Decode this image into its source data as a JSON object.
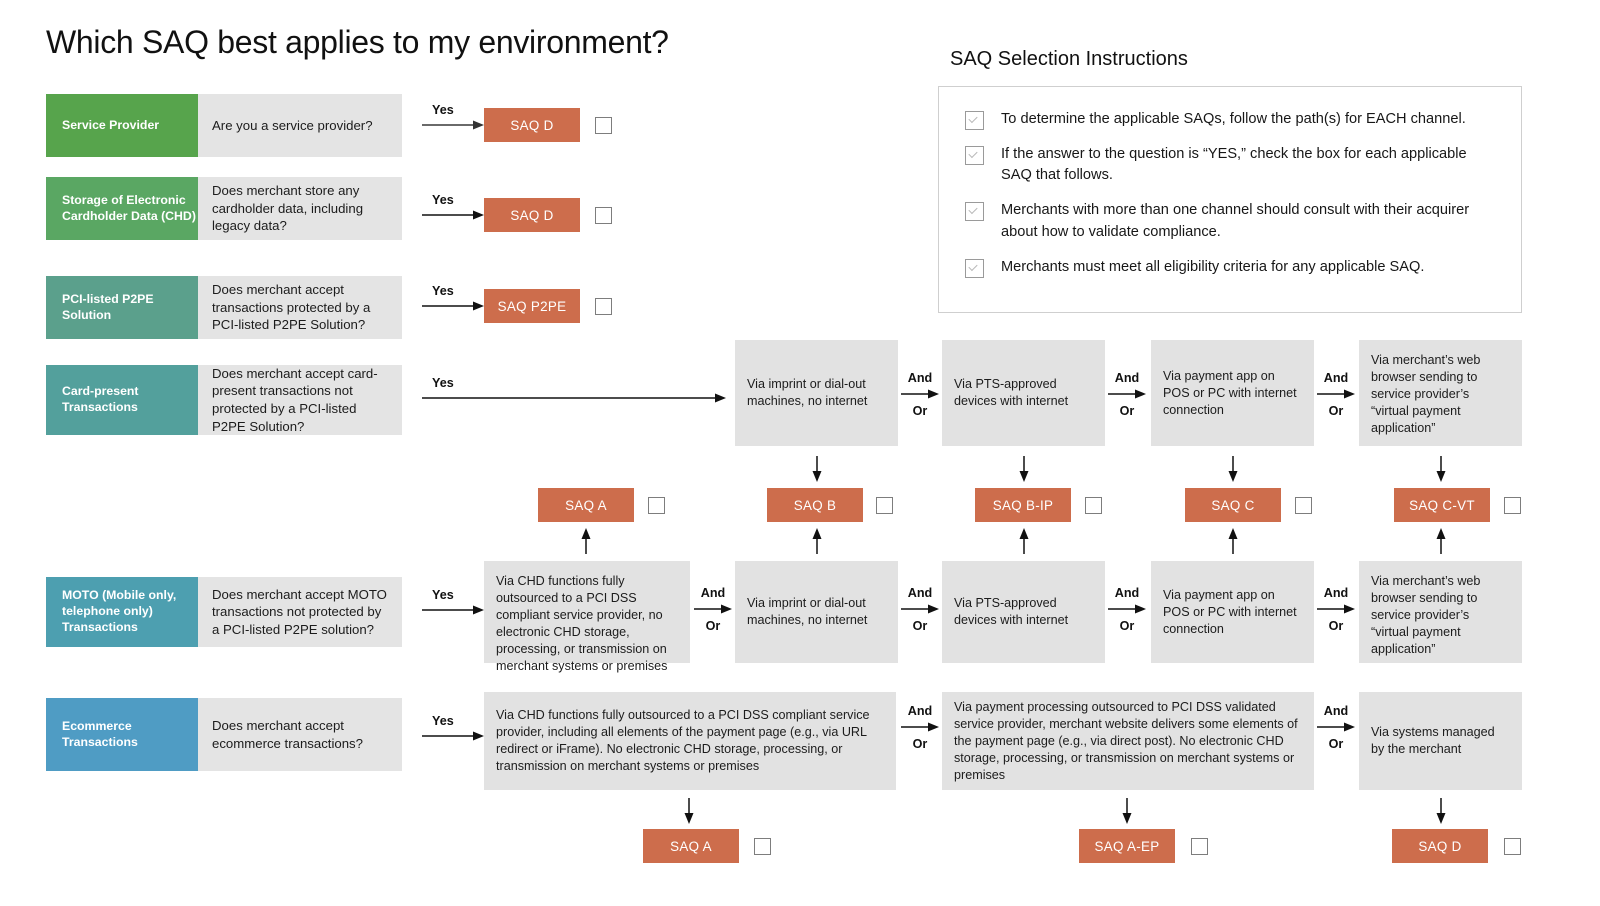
{
  "page": {
    "title": "Which SAQ best applies to my environment?",
    "instructions_title": "SAQ Selection Instructions"
  },
  "colors": {
    "saq_orange": "#cd6d4c",
    "channel_gray": "#e2e2e2",
    "question_gray": "#e4e4e4",
    "row_green": "#57a44c",
    "row_green2": "#5aa763",
    "row_teal1": "#5ba08c",
    "row_teal2": "#53a09c",
    "row_teal3": "#4d9fb0",
    "row_blue": "#4f9cc4",
    "panel_border": "#cfcfcf",
    "checkbox_border": "#7d7d7d"
  },
  "instructions": [
    {
      "checked": true,
      "text": "To determine the applicable SAQs, follow the path(s) for EACH channel."
    },
    {
      "checked": true,
      "text": "If the answer to the question is “YES,” check the box for each applicable SAQ that follows."
    },
    {
      "checked": true,
      "text": "Merchants with more than one channel should consult with their acquirer about how to validate compliance."
    },
    {
      "checked": true,
      "text": "Merchants must meet all eligibility criteria for any applicable SAQ."
    }
  ],
  "labels": {
    "yes": "Yes",
    "and": "And",
    "or": "Or"
  },
  "rows": [
    {
      "id": "service-provider",
      "label": "Service Provider",
      "question": "Are you a service provider?",
      "saq": "SAQ D"
    },
    {
      "id": "chd-storage",
      "label": "Storage of Electronic Cardholder Data (CHD)",
      "question": "Does merchant store any cardholder data, including legacy data?",
      "saq": "SAQ D"
    },
    {
      "id": "p2pe",
      "label": "PCI-listed P2PE Solution",
      "question": "Does merchant accept transactions protected by a PCI-listed P2PE Solution?",
      "saq": "SAQ P2PE"
    },
    {
      "id": "card-present",
      "label": "Card-present Transactions",
      "question": "Does merchant accept card-present transactions not protected by a PCI-listed P2PE Solution?"
    },
    {
      "id": "moto",
      "label": "MOTO (Mobile only, telephone only) Transactions",
      "question": "Does merchant accept MOTO transactions not protected by a PCI-listed P2PE solution?"
    },
    {
      "id": "ecommerce",
      "label": "Ecommerce Transactions",
      "question": "Does merchant accept ecommerce transactions?"
    }
  ],
  "card_present_channels": [
    "Via imprint or dial-out machines, no internet",
    "Via PTS-approved devices with internet",
    "Via payment app on POS or PC with internet connection",
    "Via merchant’s web browser sending to service provider’s “virtual payment application”"
  ],
  "moto_channels": [
    "Via CHD functions fully outsourced to a PCI DSS compliant service provider, no electronic CHD storage, processing, or transmission on merchant systems or premises",
    "Via imprint or dial-out machines, no internet",
    "Via PTS-approved devices with internet",
    "Via payment app on POS or PC with internet connection",
    "Via merchant’s web browser sending to service provider’s “virtual payment application”"
  ],
  "ecommerce_channels": [
    "Via CHD functions fully outsourced to a PCI DSS compliant service provider, including all elements of the payment page (e.g., via URL redirect or iFrame). No electronic CHD storage, processing, or transmission on merchant systems or premises",
    "Via payment processing outsourced to PCI DSS validated service provider, merchant website delivers some elements of the payment page (e.g., via direct post). No electronic CHD storage, processing, or transmission on merchant systems or premises",
    "Via systems managed by the merchant"
  ],
  "middle_saqs": [
    "SAQ A",
    "SAQ B",
    "SAQ B-IP",
    "SAQ C",
    "SAQ C-VT"
  ],
  "bottom_saqs": [
    "SAQ A",
    "SAQ A-EP",
    "SAQ D"
  ]
}
